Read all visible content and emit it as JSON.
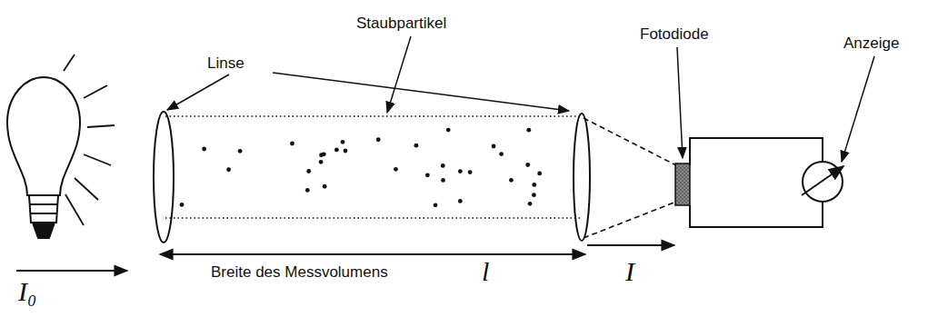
{
  "diagram": {
    "labels": [
      "Staubpartikel",
      "Linse",
      "Fotodiode",
      "Anzeige",
      "Breite des Messvolumens",
      "l",
      "I",
      "I₀"
    ]
  }
}
